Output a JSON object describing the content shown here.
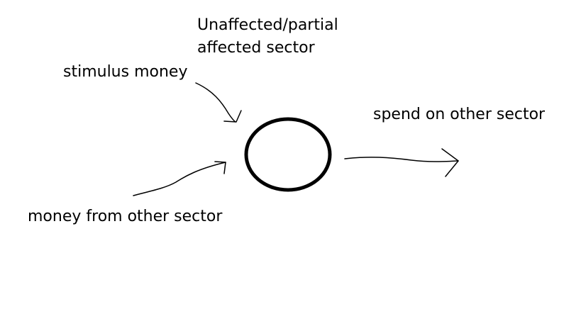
{
  "labels": {
    "sector_line1": "Unaffected/partial",
    "sector_line2": "affected sector",
    "stimulus": "stimulus money",
    "spend": "spend on other sector",
    "other_money": "money from other sector"
  },
  "colors": {
    "ink": "#000000",
    "background": "#ffffff"
  }
}
